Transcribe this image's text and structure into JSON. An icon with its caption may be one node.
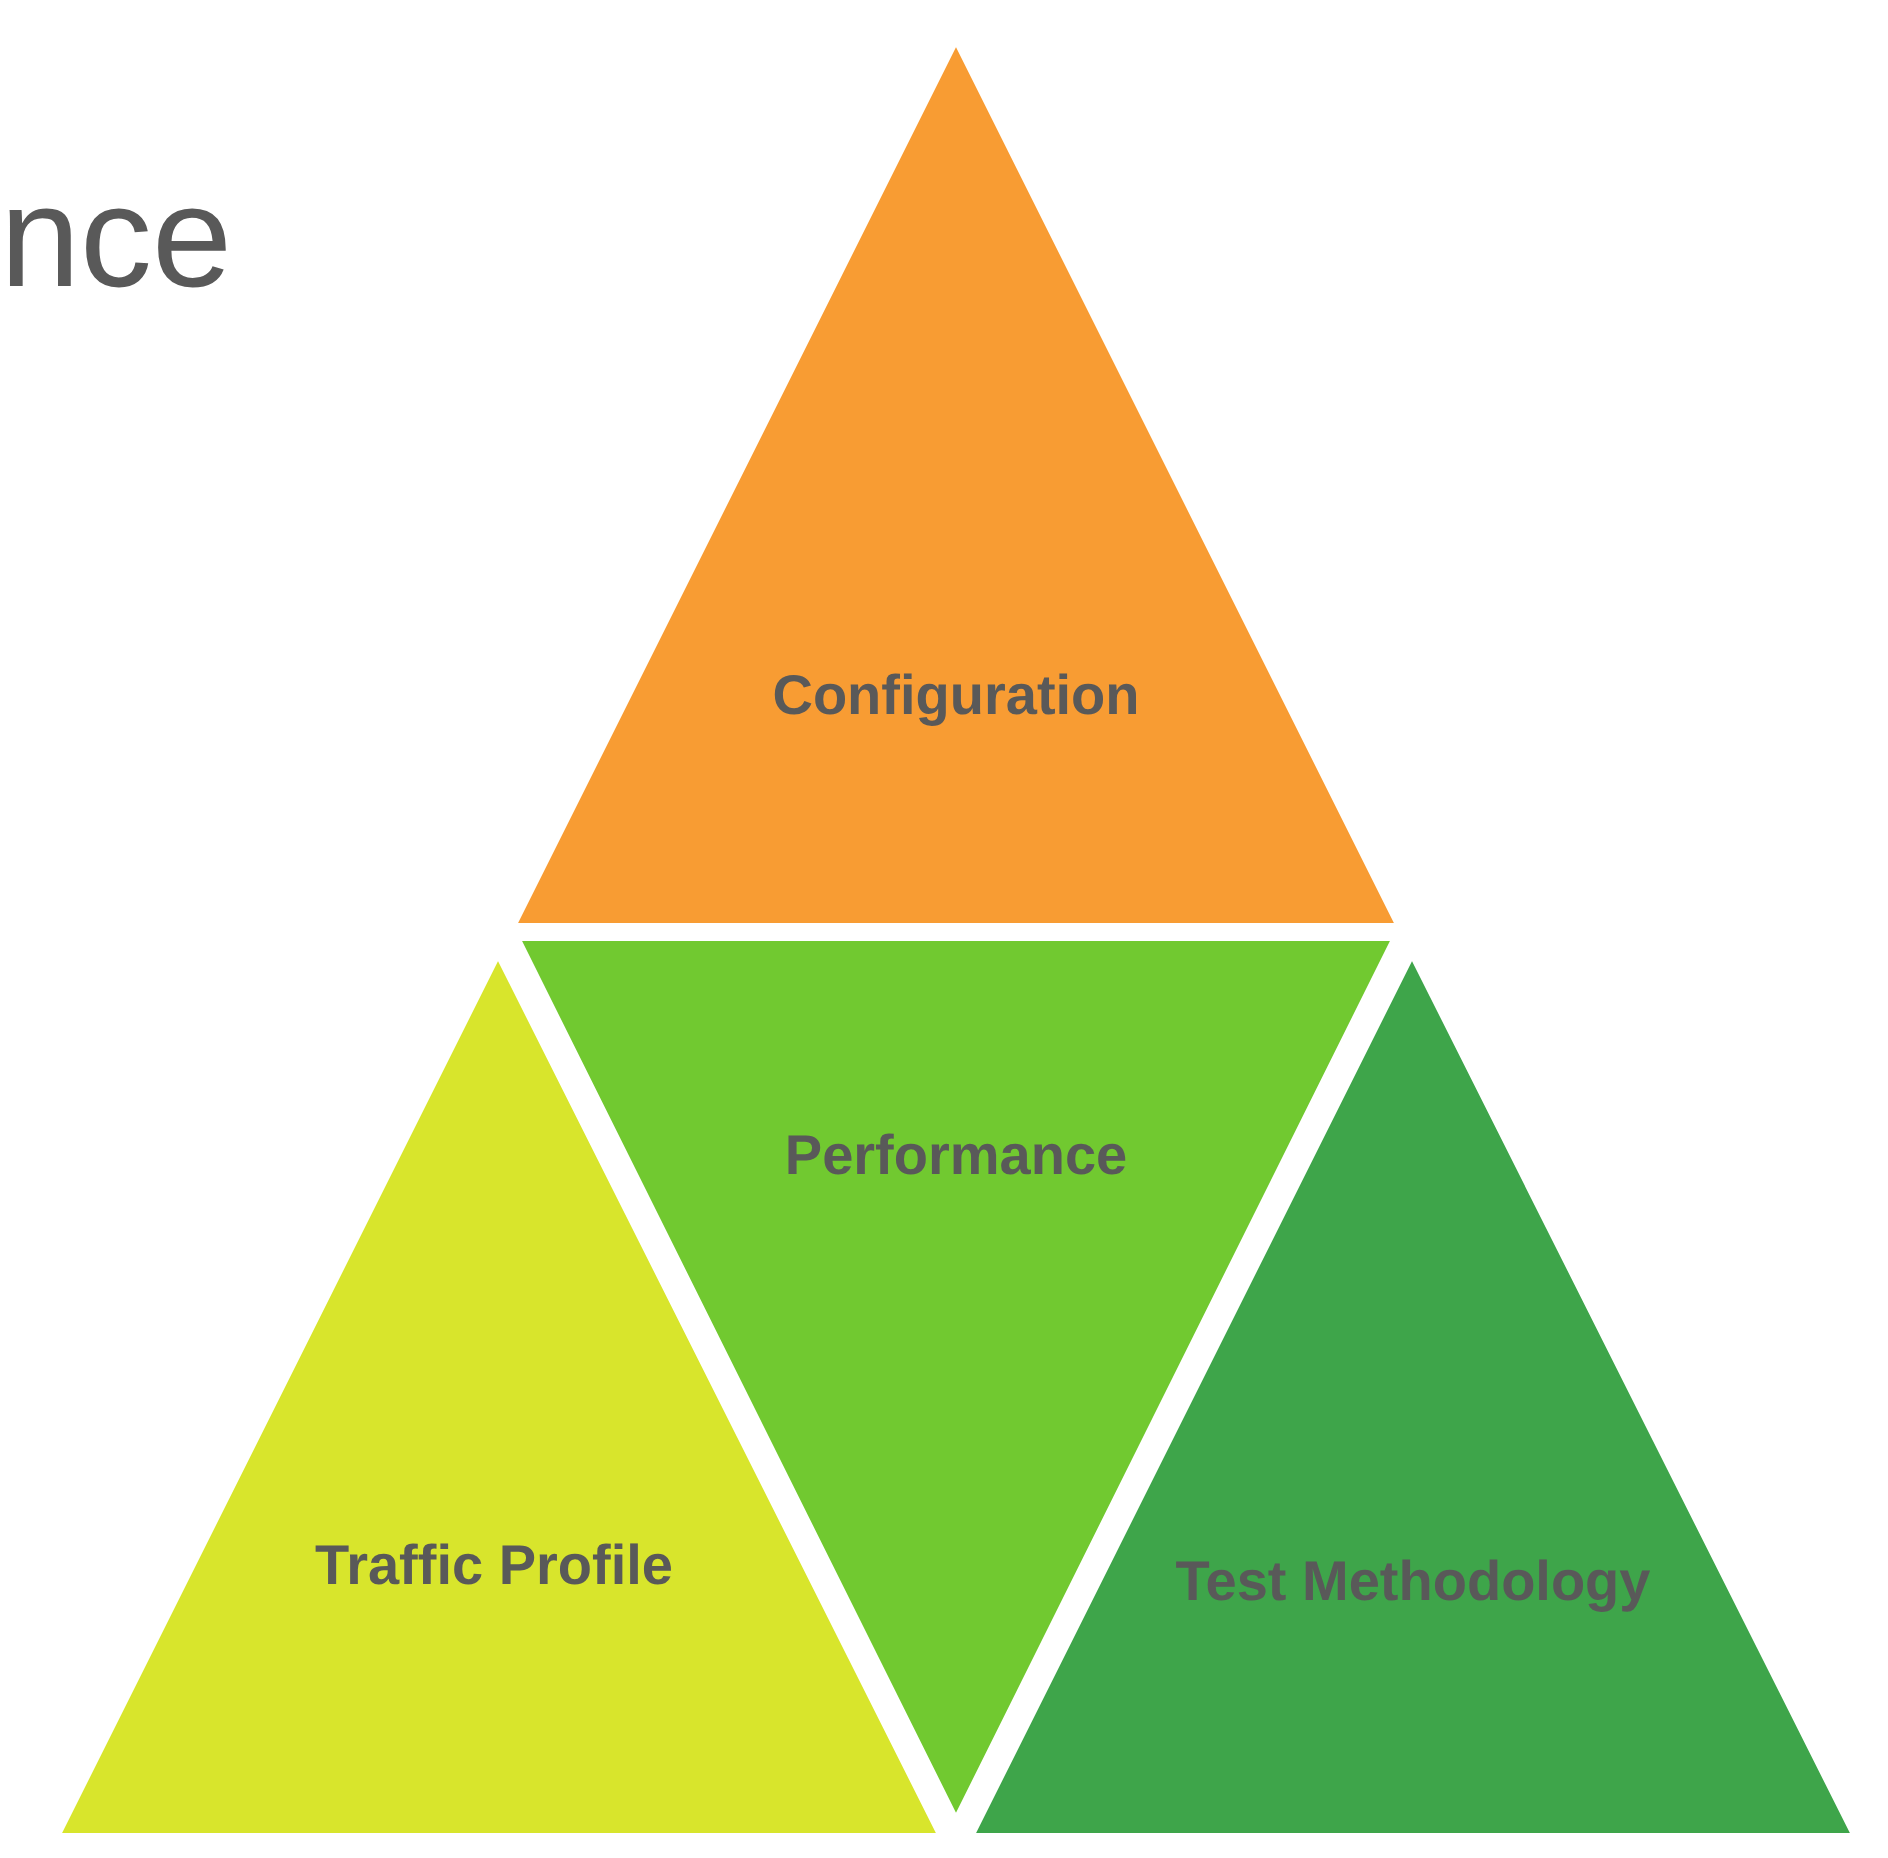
{
  "diagram": {
    "nodes": [
      {
        "text": [
          "Configuration"
        ]
      },
      {
        "text": [
          "Traffic Profile"
        ]
      },
      {
        "text": [
          "Performance"
        ]
      },
      {
        "text": [
          "Test Methodology"
        ]
      }
    ],
    "labels": [
      "nce"
    ]
  }
}
